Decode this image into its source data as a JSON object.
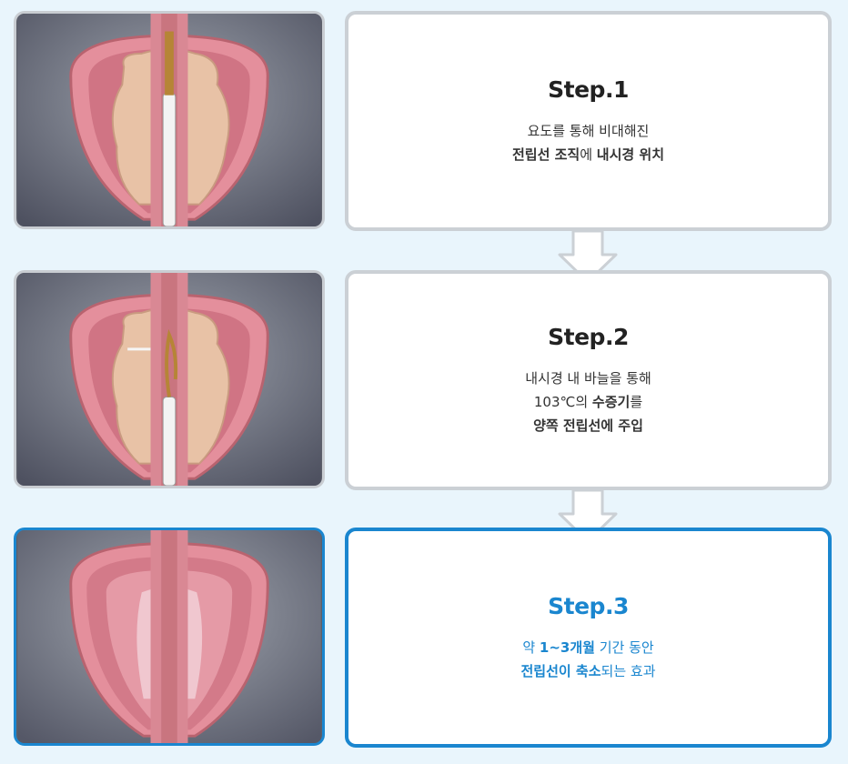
{
  "steps": [
    {
      "title": "Step.1",
      "lines": [
        {
          "text": "요도를 통해 비대해진"
        },
        {
          "bold": "전립선 조직",
          "normal": "에 ",
          "bold2": "내시경 위치"
        }
      ]
    },
    {
      "title": "Step.2",
      "lines": [
        {
          "text": "내시경 내 바늘을 통해"
        },
        {
          "normal": "103℃의 ",
          "bold": "수증기",
          "normal2": "를"
        },
        {
          "bold": "양쪽 전립선에 주입"
        }
      ]
    },
    {
      "title": "Step.3",
      "lines": [
        {
          "normal": "약 ",
          "bold": "1~3개월",
          "normal2": " 기간 동안"
        },
        {
          "bold": "전립선이 축소",
          "normal2": "되는 효과"
        }
      ]
    }
  ],
  "colors": {
    "accent": "#1a86cf",
    "border_default": "#cbd0d5",
    "background": "#e9f5fc",
    "tissue_pink": "#e48f9c",
    "prostate_tissue": "#e8c2a6"
  },
  "icons": [
    "down-arrow-icon",
    "down-arrow-icon"
  ]
}
